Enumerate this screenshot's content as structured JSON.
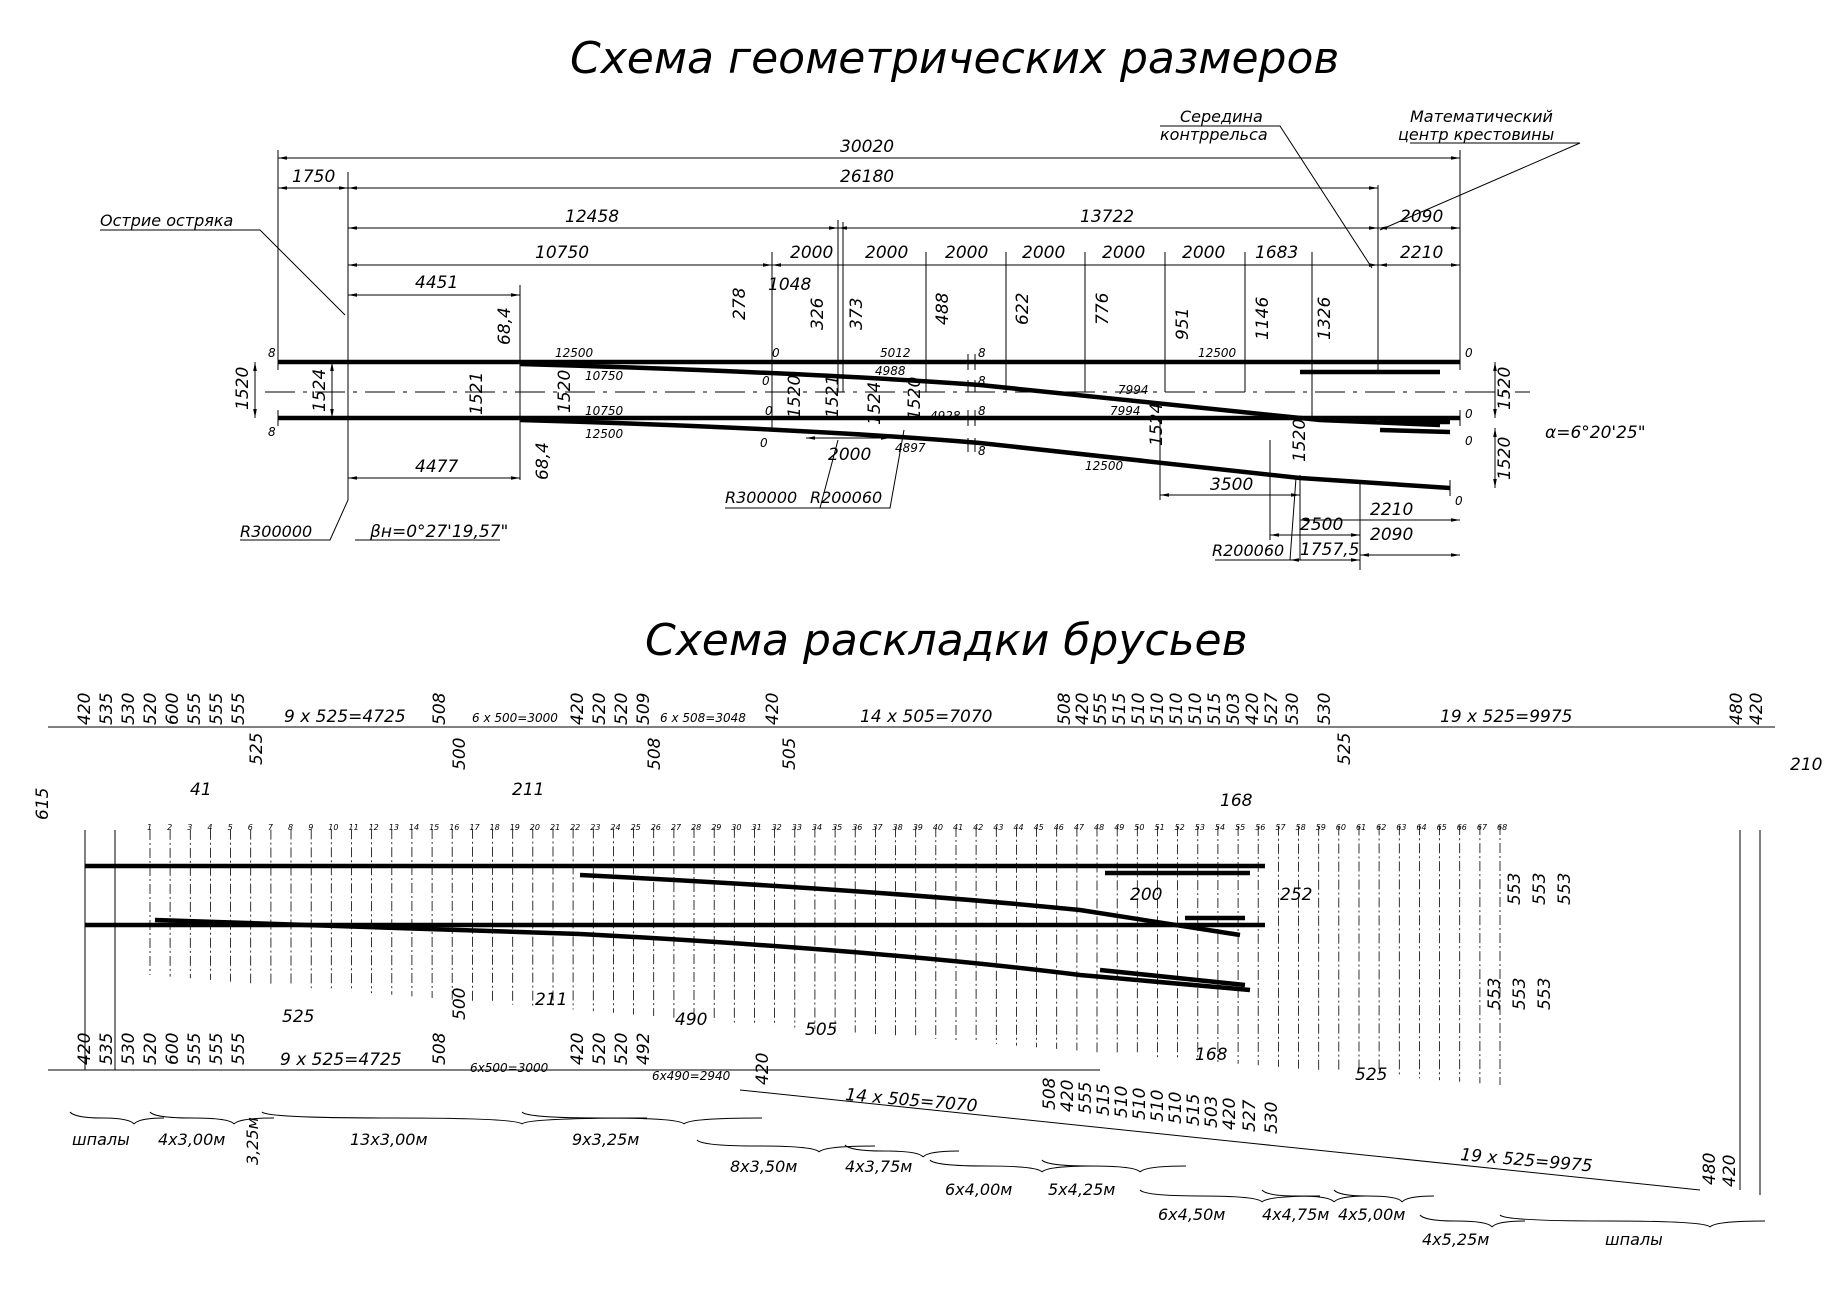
{
  "titles": {
    "geometry": "Схема геометрических размеров",
    "ties": "Схема раскладки брусьев"
  },
  "labels": {
    "point_tip": "Острие остряка",
    "guard_mid_1": "Середина",
    "guard_mid_2": "контррельса",
    "math_center_1": "Математический",
    "math_center_2": "центр крестовины",
    "beta": "βн=0°27'19,57\"",
    "alpha": "α=6°20'25\"",
    "r300000_a": "R300000",
    "r300000_b": "R300000",
    "r200060_a": "R200060",
    "r200060_b": "R200060"
  },
  "geometry_dims": {
    "top_row": [
      "30020",
      "1750",
      "26180",
      "12458",
      "13722",
      "2090"
    ],
    "middle_row": [
      "10750",
      "2000",
      "2000",
      "2000",
      "2000",
      "2000",
      "2000",
      "1683",
      "2210"
    ],
    "ordinates": [
      "4451",
      "68,4",
      "278",
      "1048",
      "326",
      "373",
      "488",
      "622",
      "776",
      "951",
      "1146",
      "1326"
    ],
    "gauges": [
      "1520",
      "1524",
      "1521",
      "1520",
      "1520",
      "1521",
      "1524",
      "1520",
      "1524",
      "1520",
      "1520",
      "1520"
    ],
    "rail_lengths": [
      "12500",
      "10750",
      "10750",
      "12500",
      "5012",
      "4988",
      "4928",
      "4897",
      "7994",
      "7994",
      "12500",
      "12500",
      "12500"
    ],
    "joint_gaps": [
      "8",
      "8",
      "0",
      "0",
      "0",
      "0",
      "8",
      "8",
      "8",
      "8",
      "0",
      "0",
      "0",
      "0"
    ],
    "bottom_row": [
      "4477",
      "68,4",
      "2000",
      "3500",
      "2500",
      "2210",
      "1757,5",
      "2090"
    ]
  },
  "tie_dims": {
    "top_spacings": [
      "420",
      "535",
      "530",
      "520",
      "600",
      "555",
      "555",
      "555",
      "9 x 525=4725",
      "508",
      "6 x 500=3000",
      "420",
      "520",
      "520",
      "509",
      "6 x 508=3048",
      "420",
      "14 x 505=7070",
      "508",
      "420",
      "555",
      "515",
      "510",
      "510",
      "510",
      "510",
      "515",
      "503",
      "420",
      "527",
      "530",
      "530",
      "19 x 525=9975",
      "480",
      "420"
    ],
    "top_local": [
      "615",
      "41",
      "525",
      "500",
      "211",
      "508",
      "505",
      "168",
      "525",
      "210",
      "200",
      "252",
      "553",
      "553",
      "553"
    ],
    "bottom_spacings": [
      "420",
      "535",
      "530",
      "520",
      "600",
      "555",
      "555",
      "555",
      "9 x 525=4725",
      "508",
      "6x500=3000",
      "420",
      "520",
      "520",
      "492",
      "6x490=2940",
      "420",
      "14 x 505=7070",
      "508",
      "420",
      "555",
      "515",
      "510",
      "510",
      "510",
      "510",
      "515",
      "503",
      "420",
      "527",
      "530",
      "19 x 525=9975",
      "480",
      "420"
    ],
    "bottom_local": [
      "525",
      "500",
      "211",
      "490",
      "505",
      "168",
      "525",
      "553",
      "553",
      "553"
    ],
    "tie_numbers": [
      "1",
      "2",
      "3",
      "4",
      "5",
      "6",
      "7",
      "8",
      "9",
      "10",
      "11",
      "12",
      "13",
      "14",
      "15",
      "16",
      "17",
      "18",
      "19",
      "20",
      "21",
      "22",
      "23",
      "24",
      "25",
      "26",
      "27",
      "28",
      "29",
      "30",
      "31",
      "32",
      "33",
      "34",
      "35",
      "36",
      "37",
      "38",
      "39",
      "40",
      "41",
      "42",
      "43",
      "44",
      "45",
      "46",
      "47",
      "48",
      "49",
      "50",
      "51",
      "52",
      "53",
      "54",
      "55",
      "56",
      "57",
      "58",
      "59",
      "60",
      "61",
      "62",
      "63",
      "64",
      "65",
      "66",
      "67",
      "68"
    ]
  },
  "tie_groups": [
    "шпалы",
    "4x3,00м",
    "3,25м",
    "13x3,00м",
    "9x3,25м",
    "8x3,50м",
    "4x3,75м",
    "6x4,00м",
    "5x4,25м",
    "6x4,50м",
    "4x4,75м",
    "4x5,00м",
    "4x5,25м",
    "шпалы"
  ]
}
